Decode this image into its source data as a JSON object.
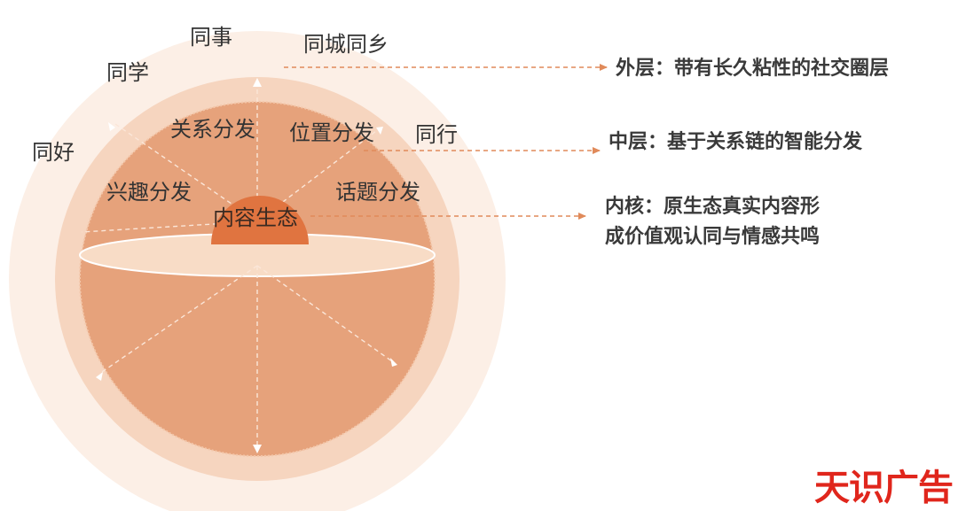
{
  "outer_labels": {
    "tongshi": "同事",
    "tongchengtongxiang": "同城同乡",
    "tongxue": "同学",
    "tonghao": "同好",
    "tonghang": "同行"
  },
  "middle_labels": {
    "guanxi": "关系分发",
    "weizhi": "位置分发",
    "xingqu": "兴趣分发",
    "huati": "话题分发"
  },
  "core_label": "内容生态",
  "callouts": {
    "outer": "外层：带有长久粘性的社交圈层",
    "middle": "中层：基于关系链的智能分发",
    "core_line1": "内核：原生态真实内容形",
    "core_line2": "成价值观认同与情感共鸣"
  },
  "watermark": "天识广告",
  "colors": {
    "outer_ring": "#fcefe6",
    "middle_ring": "#f6d5bf",
    "sphere": "#e6a27b",
    "ellipse": "#f8dcc6",
    "core": "#e07440",
    "arrow": "#e08a5a",
    "watermark": "#e0261c"
  }
}
